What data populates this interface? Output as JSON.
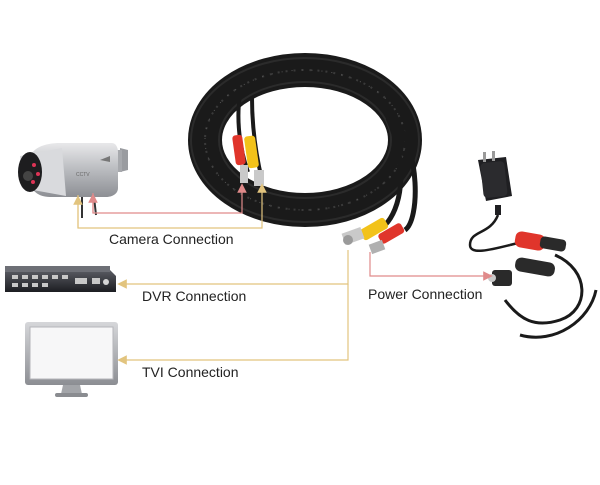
{
  "labels": {
    "camera": "Camera Connection",
    "dvr": "DVR Connection",
    "tvi": "TVI Connection",
    "power": "Power Connection"
  },
  "colors": {
    "video_line": "#e2c47e",
    "power_line": "#e08a8a",
    "cable": "#1a1a1a",
    "bnc_yellow": "#f2c21a",
    "dc_red": "#e0352b"
  },
  "icons": {
    "camera": "cctv-bullet-camera-icon",
    "dvr": "dvr-recorder-icon",
    "monitor": "monitor-icon",
    "adapter": "power-adapter-icon",
    "cable": "coiled-siamese-cable-icon"
  }
}
